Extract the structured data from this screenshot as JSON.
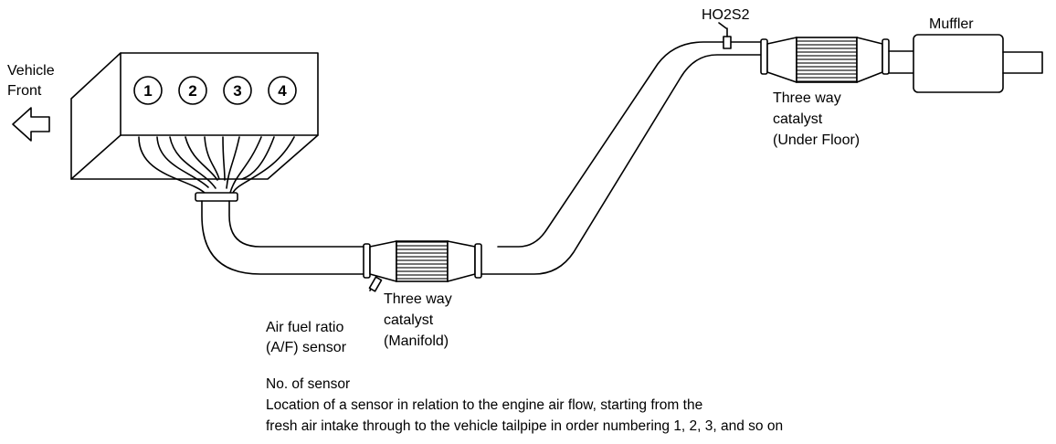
{
  "labels": {
    "vehicle_front": [
      "Vehicle",
      "Front"
    ],
    "ho2s2": "HO2S2",
    "muffler": "Muffler",
    "underfloor_catalyst": [
      "Three way",
      "catalyst",
      "(Under Floor)"
    ],
    "manifold_catalyst": [
      "Three way",
      "catalyst",
      "(Manifold)"
    ],
    "af_sensor": [
      "Air fuel ratio",
      "(A/F) sensor"
    ]
  },
  "cylinders": [
    "1",
    "2",
    "3",
    "4"
  ],
  "note": {
    "title": "No. of sensor",
    "lines": [
      "Location of a sensor in relation to the engine air flow, starting from the",
      "fresh air intake through to the vehicle tailpipe in order numbering 1, 2, 3, and so on"
    ]
  }
}
